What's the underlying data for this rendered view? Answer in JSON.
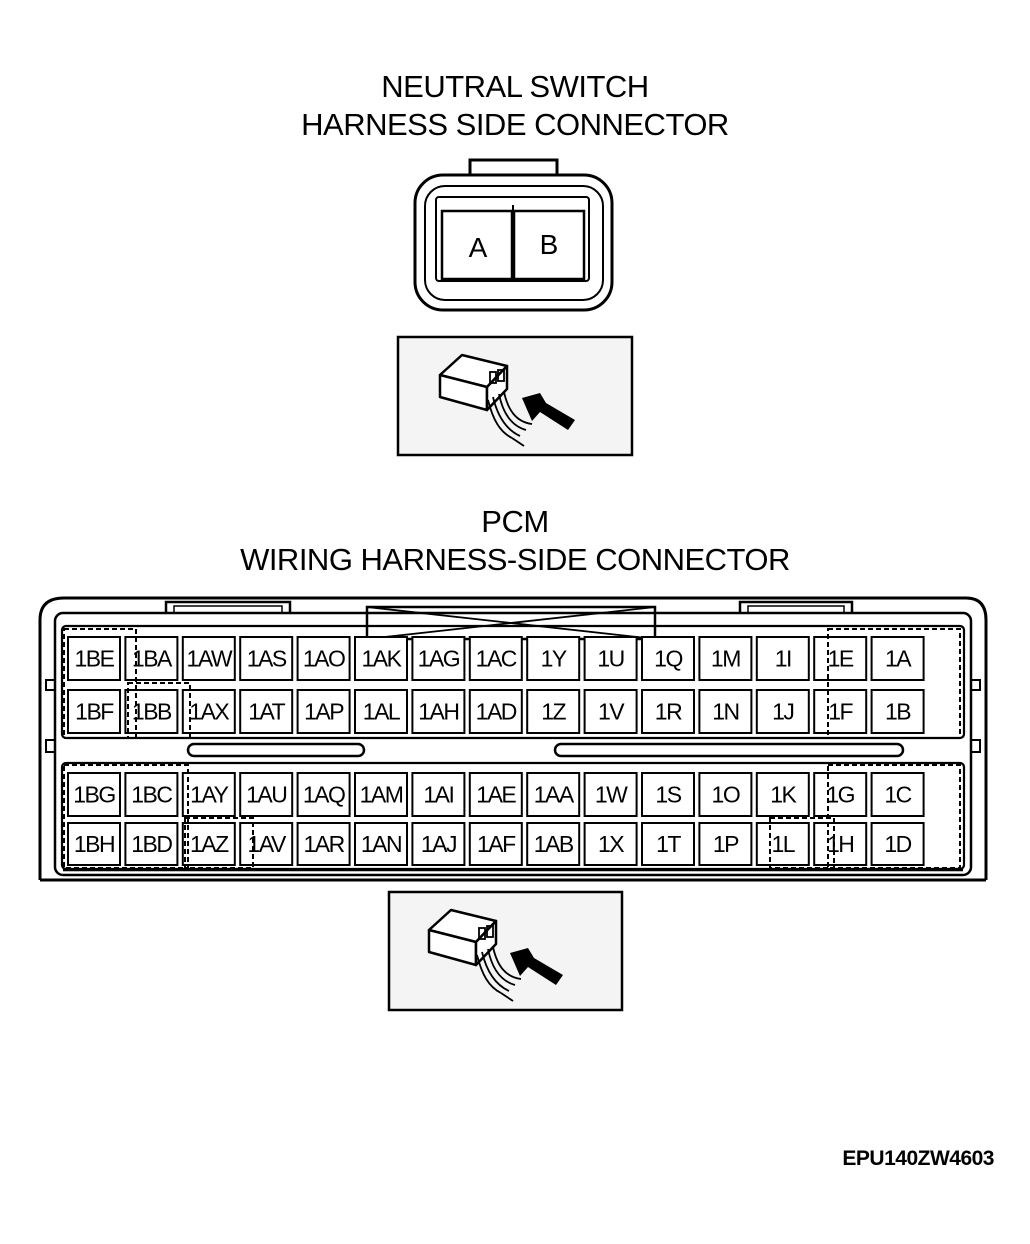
{
  "neutral_switch": {
    "title_line1": "NEUTRAL SWITCH",
    "title_line2": "HARNESS SIDE CONNECTOR",
    "terminals": [
      "A",
      "B"
    ]
  },
  "pcm": {
    "title_line1": "PCM",
    "title_line2": "WIRING HARNESS-SIDE CONNECTOR",
    "upper_block": [
      [
        "1BE",
        "1BA",
        "1AW",
        "1AS",
        "1AO",
        "1AK",
        "1AG",
        "1AC",
        "1Y",
        "1U",
        "1Q",
        "1M",
        "1I",
        "1E",
        "1A"
      ],
      [
        "1BF",
        "1BB",
        "1AX",
        "1AT",
        "1AP",
        "1AL",
        "1AH",
        "1AD",
        "1Z",
        "1V",
        "1R",
        "1N",
        "1J",
        "1F",
        "1B"
      ]
    ],
    "lower_block": [
      [
        "1BG",
        "1BC",
        "1AY",
        "1AU",
        "1AQ",
        "1AM",
        "1AI",
        "1AE",
        "1AA",
        "1W",
        "1S",
        "1O",
        "1K",
        "1G",
        "1C"
      ],
      [
        "1BH",
        "1BD",
        "1AZ",
        "1AV",
        "1AR",
        "1AN",
        "1AJ",
        "1AF",
        "1AB",
        "1X",
        "1T",
        "1P",
        "1L",
        "1H",
        "1D"
      ]
    ]
  },
  "figure_code": "EPU140ZW4603",
  "icons": [
    "connector-view-icon",
    "arrow-icon"
  ]
}
